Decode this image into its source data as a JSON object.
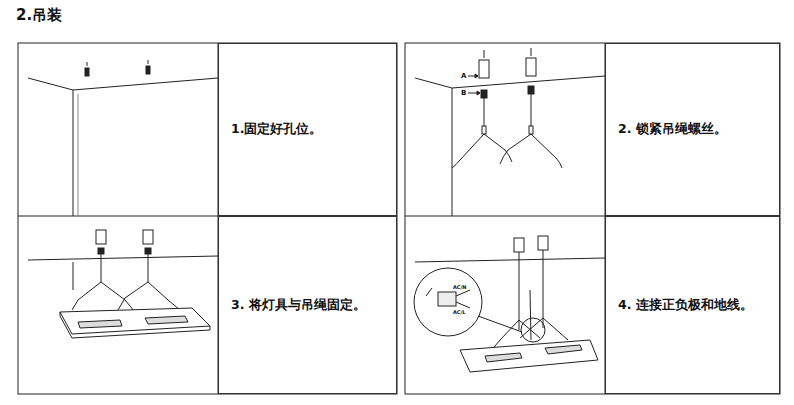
{
  "diagram": {
    "title": "2.吊装",
    "nodes": [
      {
        "text": [
          "1.固定好孔位。"
        ]
      },
      {
        "text": [
          "2. 锁紧吊绳螺丝。"
        ]
      },
      {
        "text": [
          "3. 将灯具与吊绳固定。"
        ]
      },
      {
        "text": [
          "4. 连接正负极和地线。"
        ]
      }
    ],
    "labels": [
      "A",
      "B",
      "AC/N",
      "AC/L"
    ]
  }
}
